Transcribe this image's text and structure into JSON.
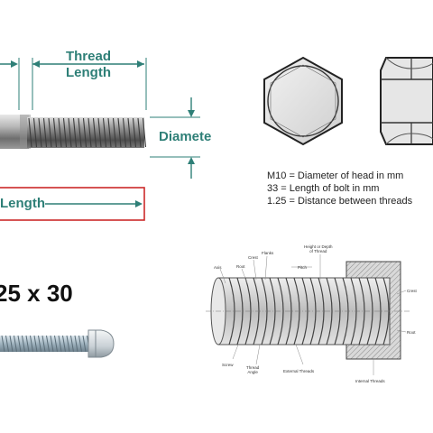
{
  "diagram": {
    "thread_length_label": [
      "Thread",
      "Length"
    ],
    "diameter_label": "Diamete",
    "length_label": "Length",
    "legend": [
      "M10 = Diameter of head in mm",
      "33 = Length of bolt in mm",
      "1.25 = Distance between threads"
    ],
    "size_label": "25 x 30",
    "thread_parts": {
      "axis": "Axis",
      "root": "Root",
      "crest_top": "Crest",
      "flanks": "Flanks",
      "pitch": "Pitch",
      "height_or_depth": [
        "Height or Depth",
        "of Thread"
      ],
      "crest_right": "Crest",
      "root_right": "Root",
      "screw": "Screw",
      "thread_angle": [
        "Thread",
        "Angle"
      ],
      "external_threads": "External Threads",
      "internal_threads": "Internal Threads"
    },
    "colors": {
      "dimension_teal": "#2e7f77",
      "length_box_red": "#cc2a2a",
      "bolt_gray": "#9a9a9a"
    }
  }
}
